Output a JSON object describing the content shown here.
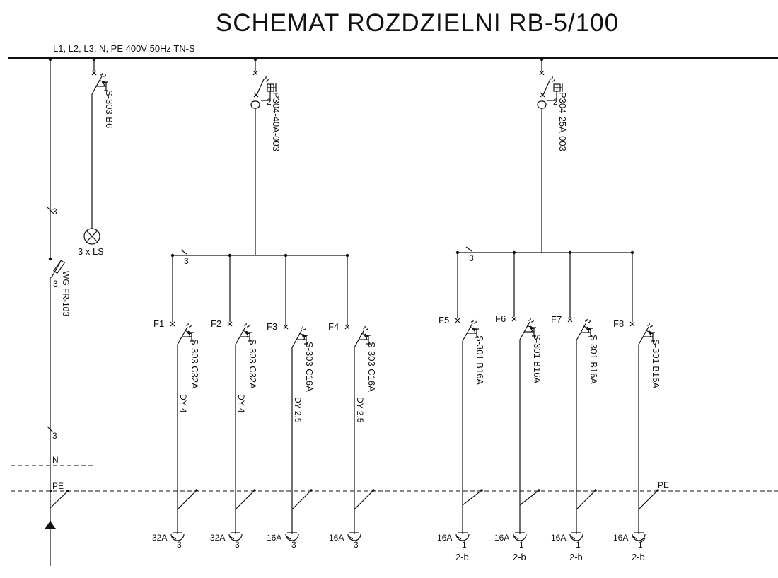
{
  "title": "SCHEMAT ROZDZIELNI RB-5/100",
  "supply_label": "L1, L2, L3, N, PE 400V 50Hz TN-S",
  "main_feed": {
    "conductors_top": "3",
    "fuse_label": "WG FR-103",
    "fuse_poles": "3",
    "conductors_bottom": "3",
    "n_label": "N",
    "pe_label": "PE"
  },
  "lighting": {
    "breaker": "S-303 B6",
    "lamp_label": "3 x LS"
  },
  "rcd_groups": [
    {
      "rcd": "P304-40A-003",
      "poles": "2",
      "bus_conductors": "3",
      "circuits": [
        {
          "id": "F1",
          "breaker": "S-303 C32A",
          "cable": "DY 4",
          "socket_rating": "32A",
          "socket_poles": "3"
        },
        {
          "id": "F2",
          "breaker": "S-303 C32A",
          "cable": "DY 4",
          "socket_rating": "32A",
          "socket_poles": "3"
        },
        {
          "id": "F3",
          "breaker": "S-303 C16A",
          "cable": "DY 2,5",
          "socket_rating": "16A",
          "socket_poles": "3"
        },
        {
          "id": "F4",
          "breaker": "S-303 C16A",
          "cable": "DY 2,5",
          "socket_rating": "16A",
          "socket_poles": "3"
        }
      ]
    },
    {
      "rcd": "P304-25A-003",
      "poles": "2",
      "bus_conductors": "3",
      "circuits": [
        {
          "id": "F5",
          "breaker": "S-301 B16A",
          "socket_rating": "16A",
          "socket_poles": "1",
          "socket_type": "2-b"
        },
        {
          "id": "F6",
          "breaker": "S-301 B16A",
          "socket_rating": "16A",
          "socket_poles": "1",
          "socket_type": "2-b"
        },
        {
          "id": "F7",
          "breaker": "S-301 B16A",
          "socket_rating": "16A",
          "socket_poles": "1",
          "socket_type": "2-b"
        },
        {
          "id": "F8",
          "breaker": "S-301 B16A",
          "socket_rating": "16A",
          "socket_poles": "1",
          "socket_type": "2-b"
        }
      ]
    }
  ],
  "pe_right_label": "PE"
}
